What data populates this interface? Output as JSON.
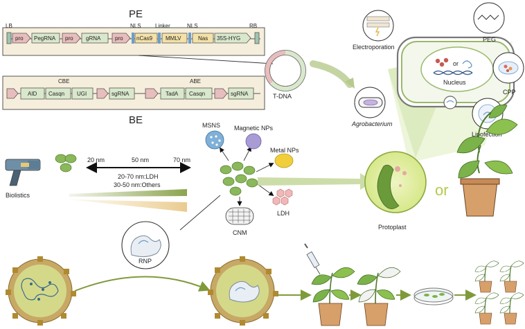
{
  "pe": {
    "title": "PE",
    "lb": "LB",
    "rb": "RB",
    "nls1": "NLS",
    "linker": "Linker",
    "nls2": "NLS",
    "blocks": [
      "pro",
      "PegRNA",
      "pro",
      "gRNA",
      "pro",
      "nCas9",
      "MMLV",
      "Nas",
      "35S-HYG"
    ]
  },
  "be": {
    "title": "BE",
    "cbe": "CBE",
    "abe": "ABE",
    "cbe_blocks": [
      "AID",
      "Casqn",
      "UGI",
      "sgRNA"
    ],
    "abe_blocks": [
      "TadA",
      "Casqn",
      "sgRNA"
    ]
  },
  "tdna": "T-DNA",
  "agrobacterium": "Agrobacterium",
  "delivery": {
    "electroporation": "Electroporation",
    "peg": "PEG",
    "cpp": "CPP",
    "lipofection": "Lipofection",
    "nucleus": "Nucleus",
    "or_small": "or"
  },
  "nano": {
    "nm20": "20 nm",
    "nm50": "50 nm",
    "nm70": "70 nm",
    "ldh_range": "20-70 nm:LDH",
    "others_range": "30-50 nm:Others",
    "msns": "MSNS",
    "magnetic": "Magnetic NPs",
    "metal": "Metal NPs",
    "ldh": "LDH",
    "cnm": "CNM"
  },
  "biolistics": "Biolistics",
  "rnp": "RNP",
  "protoplast": "Protoplast",
  "or_big": "or",
  "colors": {
    "green_arrow": "#7f9a3a",
    "light_green_box": "#d9e8cc",
    "pink_box": "#e8bdbd",
    "beige_panel": "#f6eedc",
    "blue_box": "#6d9ec4",
    "cell_green": "#d7e88b",
    "nanoparticle": "#8ab85a"
  }
}
